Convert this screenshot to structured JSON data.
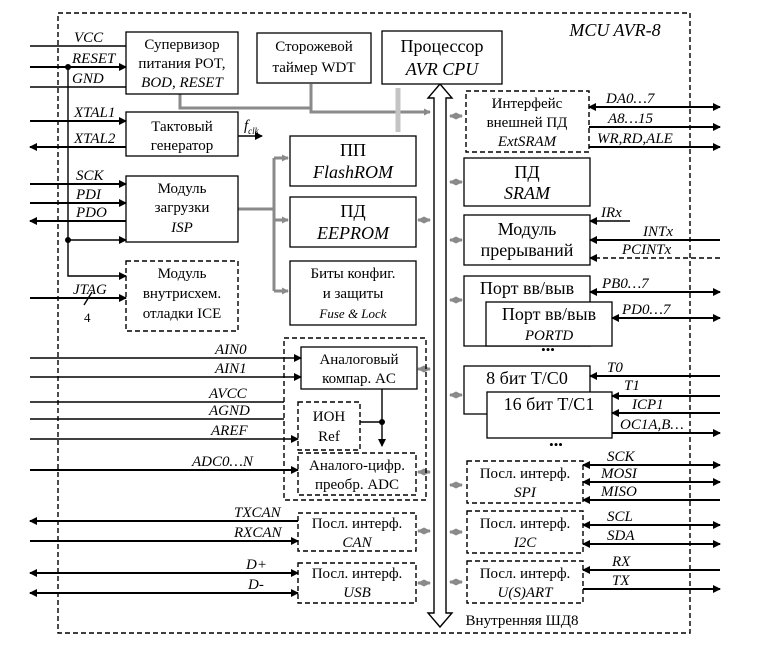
{
  "title": "MCU AVR-8",
  "bus_label": "Внутренняя ШД8",
  "fclk": {
    "main": "f",
    "sub": "clk"
  },
  "jtag_width": "4",
  "blocks": {
    "supervisor": [
      "Супервизор",
      "питания POT,",
      "BOD, RESET"
    ],
    "wdt": [
      "Сторожевой",
      "таймер WDT"
    ],
    "cpu": [
      "Процессор",
      "AVR CPU"
    ],
    "ext_sram": [
      "Интерфейс",
      "внешней ПД",
      "ExtSRAM"
    ],
    "clock": [
      "Тактовый",
      "генератор"
    ],
    "flash": [
      "ПП",
      "FlashROM"
    ],
    "sram": [
      "ПД",
      "SRAM"
    ],
    "isp": [
      "Модуль",
      "загрузки",
      "ISP"
    ],
    "eeprom": [
      "ПД",
      "EEPROM"
    ],
    "irq": [
      "Модуль",
      "прерываний"
    ],
    "fuse": [
      "Биты конфиг.",
      "и защиты",
      "Fuse & Lock"
    ],
    "port1": [
      "Порт вв/выв"
    ],
    "port2": [
      "Порт вв/выв",
      "PORTD"
    ],
    "ice": [
      "Модуль",
      "внутрисхем.",
      "отладки ICE"
    ],
    "ac": [
      "Аналоговый",
      "компар. AC"
    ],
    "ion": [
      "ИОН",
      "Ref"
    ],
    "adc": [
      "Аналого-цифр.",
      "преобр. ADC"
    ],
    "tc0": [
      "8 бит T/C0"
    ],
    "tc1": [
      "16 бит T/C1"
    ],
    "spi": [
      "Посл. интерф.",
      "SPI"
    ],
    "can": [
      "Посл. интерф.",
      "CAN"
    ],
    "i2c": [
      "Посл. интерф.",
      "I2C"
    ],
    "usb": [
      "Посл. интерф.",
      "USB"
    ],
    "usart": [
      "Посл. интерф.",
      "U(S)ART"
    ]
  },
  "left_signals": [
    "VCC",
    "RESET",
    "GND",
    "XTAL1",
    "XTAL2",
    "SCK",
    "PDI",
    "PDO",
    "JTAG",
    "AIN0",
    "AIN1",
    "AVCC",
    "AGND",
    "AREF",
    "ADC0…N",
    "TXCAN",
    "RXCAN",
    "D+",
    "D-"
  ],
  "right_signals": [
    "DA0…7",
    "A8…15",
    "WR,RD,ALE",
    "IRx",
    "INTx",
    "PCINTx",
    "PB0…7",
    "PD0…7",
    "T0",
    "T1",
    "ICP1",
    "OC1A,B…",
    "SCK",
    "MOSI",
    "MISO",
    "SCL",
    "SDA",
    "RX",
    "TX"
  ],
  "ellipsis": "•••"
}
